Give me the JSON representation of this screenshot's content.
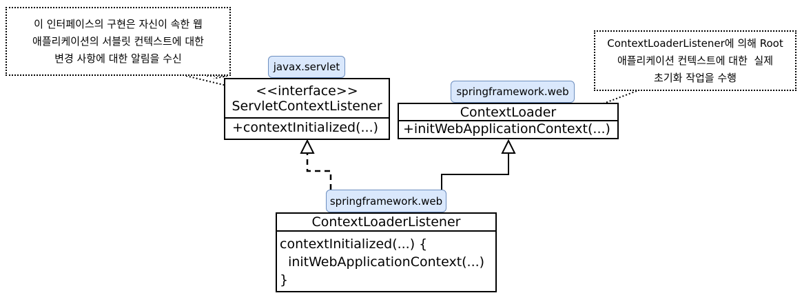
{
  "notes": {
    "servlet_note": [
      "이 인터페이스의 구현은 자신이 속한 웹",
      "애플리케이션의 서블릿 컨텍스트에 대한",
      "변경 사항에 대한 알림을 수신"
    ],
    "loader_note": [
      "ContextLoaderListener에 의해 Root",
      "애플리케이션 컨텍스트에 대한  실제",
      "초기화 작업을 수행"
    ]
  },
  "packages": {
    "servlet_pkg": "javax.servlet",
    "loader_pkg": "springframework.web",
    "listener_pkg": "springframework.web"
  },
  "classes": {
    "servlet_context_listener": {
      "stereotype": "<<interface>>",
      "name": "ServletContextListener",
      "methods": [
        "+contextInitialized(...)"
      ]
    },
    "context_loader": {
      "name": "ContextLoader",
      "methods": [
        "+initWebApplicationContext(...)"
      ]
    },
    "context_loader_listener": {
      "name": "ContextLoaderListener",
      "body_lines": [
        "contextInitialized(...) {",
        "  initWebApplicationContext(...)",
        "}"
      ]
    }
  },
  "colors": {
    "package_fill": "#dae8fc",
    "package_border": "#6c8ebf",
    "line": "#000000"
  }
}
